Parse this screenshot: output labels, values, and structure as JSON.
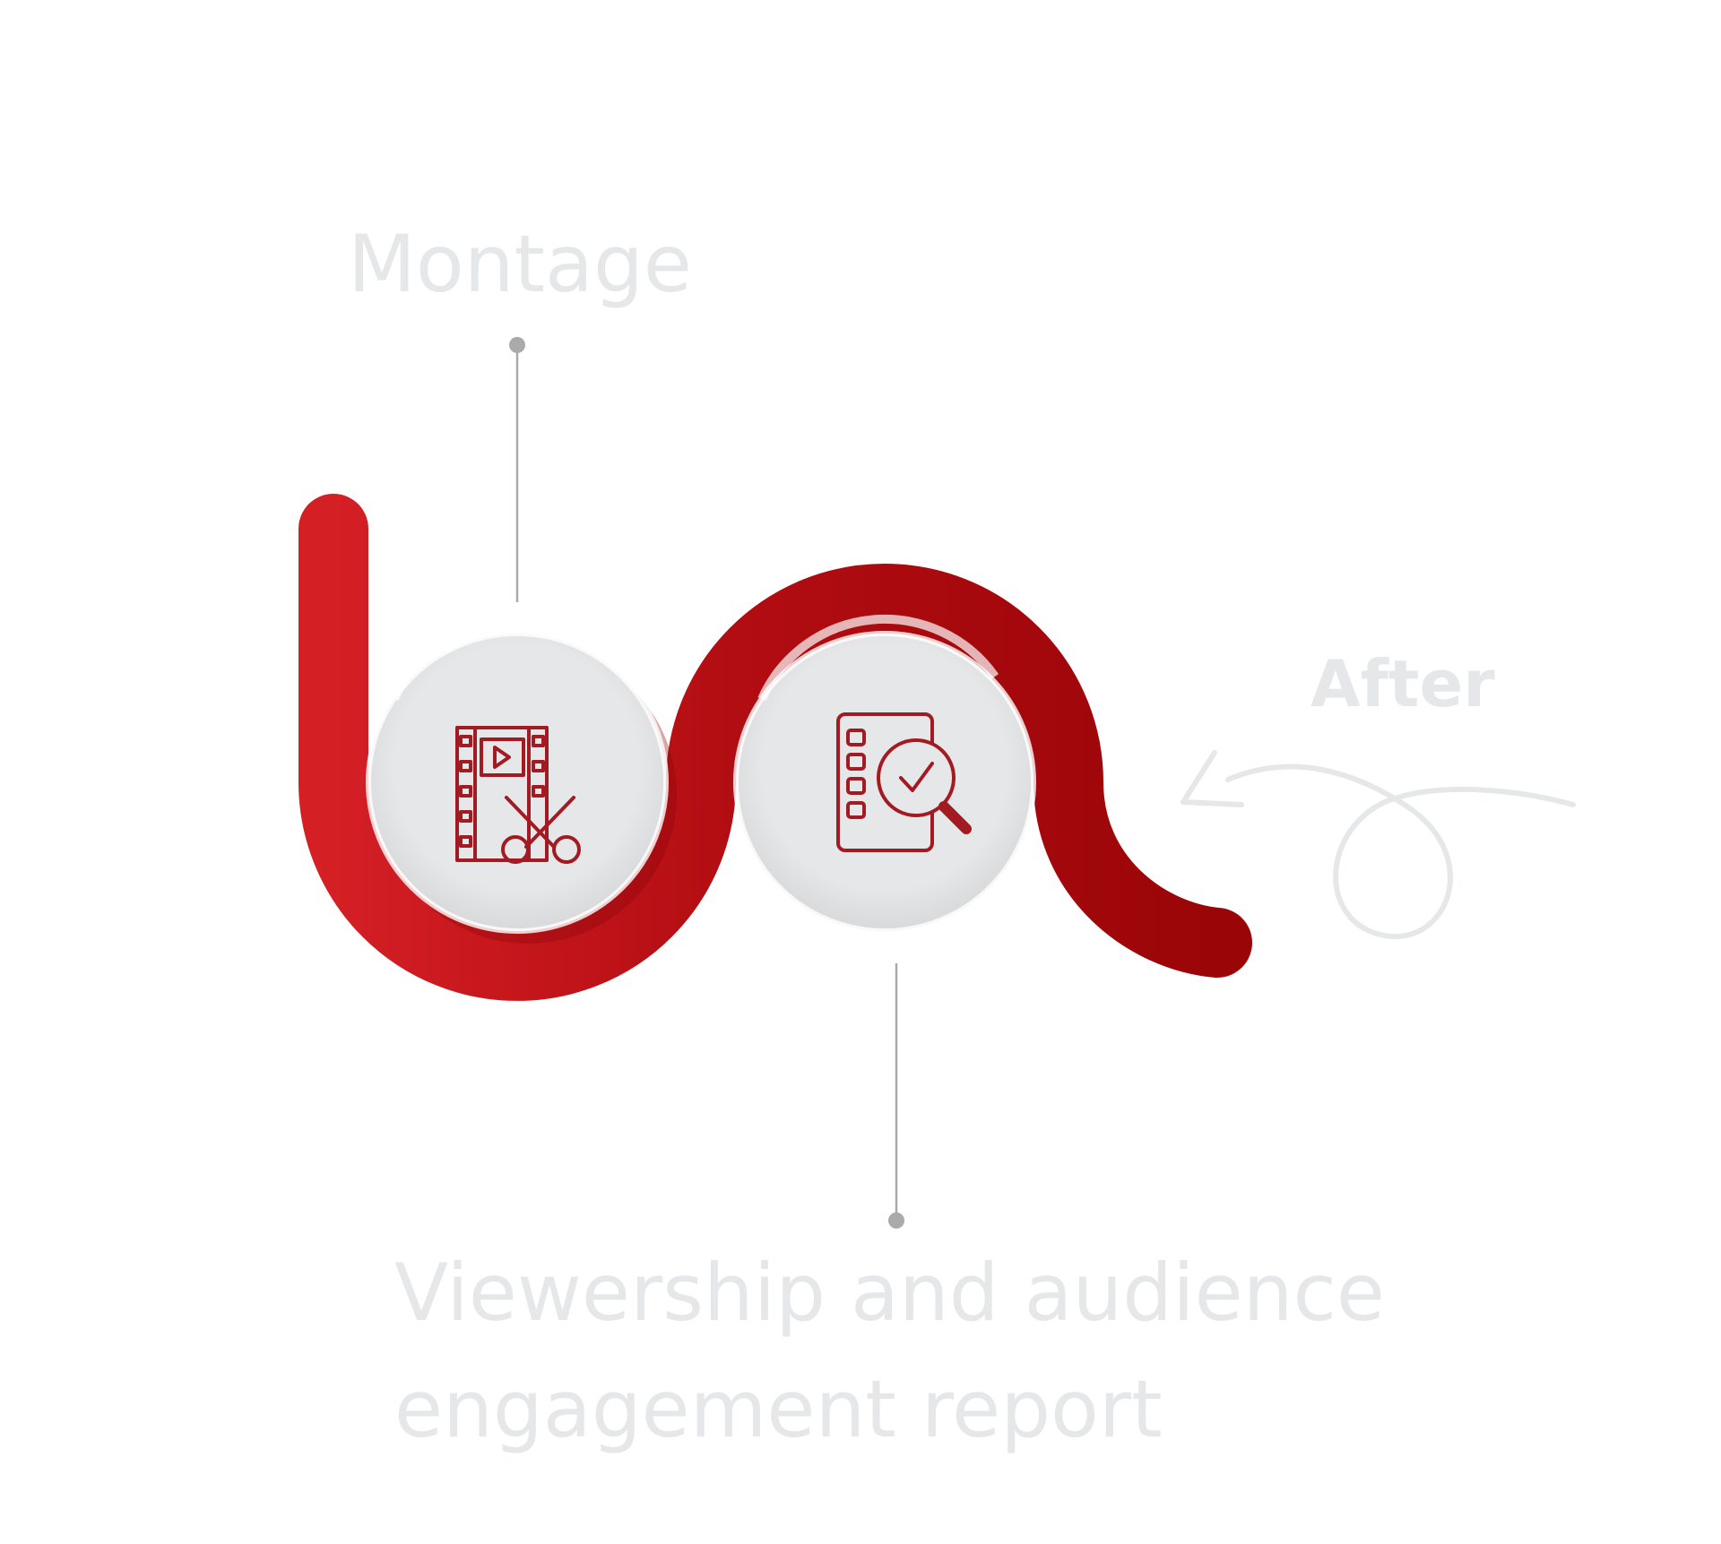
{
  "steps": [
    {
      "label": "Montage",
      "icon": "film-scissors-icon"
    },
    {
      "label": "Viewership and audience engagement report",
      "line1": "Viewership and audience",
      "line2": "engagement report",
      "icon": "report-magnifier-check-icon"
    }
  ],
  "annotation": {
    "label": "After",
    "icon": "curly-arrow-icon"
  },
  "colors": {
    "path_red": "#a9090c",
    "path_red_light": "#d41f25",
    "circle_gray": "#e6e7e8",
    "text_gray": "#e6e7e8",
    "icon_red": "#a31b22",
    "connector": "#aaaaaa"
  }
}
